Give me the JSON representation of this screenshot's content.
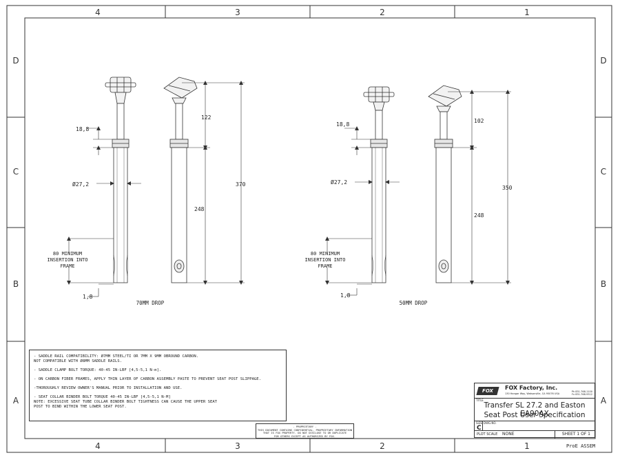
{
  "zones": {
    "columns": [
      "4",
      "3",
      "2",
      "1"
    ],
    "rows": [
      "D",
      "C",
      "B",
      "A"
    ]
  },
  "views": {
    "drop70": {
      "clamp_width": "18,8",
      "diameter": "Ø27,2",
      "upper_length": "122",
      "lower_length": "248",
      "overall_length": "370",
      "insertion_line1": "80 MINIMUM",
      "insertion_line2": "INSERTION INTO",
      "insertion_line3": "FRAME",
      "bottom_dim": "1,8",
      "caption": "70MM DROP"
    },
    "drop50": {
      "clamp_width": "18,8",
      "diameter": "Ø27,2",
      "upper_length": "102",
      "lower_length": "248",
      "overall_length": "350",
      "insertion_line1": "80 MINIMUM",
      "insertion_line2": "INSERTION INTO",
      "insertion_line3": "FRAME",
      "bottom_dim": "1,8",
      "caption": "50MM DROP"
    }
  },
  "notes": [
    "- SADDLE RAIL COMPATIBILITY: Ø7MM STEEL/TI OR 7MM X 9MM OBROUND CARBON.\nNOT COMPATIBLE WITH Ø8MM SADDLE RAILS.",
    "- SADDLE CLAMP BOLT TORQUE: 40-45 IN-LBF [4,5-5,1 N-m].",
    "- ON CARBON FIBER FRAMES, APPLY THIN LAYER OF CARBON ASSEMBLY PASTE TO PREVENT SEAT POST SLIPPAGE.",
    "-THOROUGHLY REVIEW OWNER'S MANUAL PRIOR TO INSTALLATION AND USE.",
    "- SEAT COLLAR BINDER BOLT TORQUE 40-45 IN-LBF [4,5-5,1 N-M]\nNOTE: EXCESSIVE SEAT TUBE COLLAR BINDER BOLT TIGHTNESS CAN CAUSE THE UPPER SEAT\nPOST TO BIND WITHIN THE LOWER SEAT POST."
  ],
  "proprietary": {
    "line1": "- PROPRIETARY -",
    "line2": "THIS DOCUMENT CONTAINS CONFIDENTIAL, PROPRIETARY INFORMATION",
    "line3": "THAT IS FOX PROPERTY.  DO NOT DISCLOSE TO OR DUPLICATE",
    "line4": "FOR OTHERS EXCEPT AS AUTHORIZED BY FOX."
  },
  "title_block": {
    "logo_text": "FOX",
    "company": "FOX Factory, Inc.",
    "address": "130 Hangar Way, Watsonville, CA 95076 USA",
    "phone": "Ph 831-768-1100",
    "fax": "Fx 831-768-9312",
    "title_label": "TITLE",
    "title_line1": "Transfer SL 27.2 and Easton EA90AX",
    "title_line2": "Seat Post User Specification",
    "size_label": "SIZE",
    "dwg_label": "DWG.NO.",
    "size_value": "C",
    "plot_scale_label": "PLOT SCALE",
    "plot_scale_value": "NONE",
    "sheet": "SHEET 1 OF 1"
  },
  "footer_note": "ProE ASSEM",
  "colors": {
    "line": "#333333",
    "paper": "#ffffff"
  }
}
